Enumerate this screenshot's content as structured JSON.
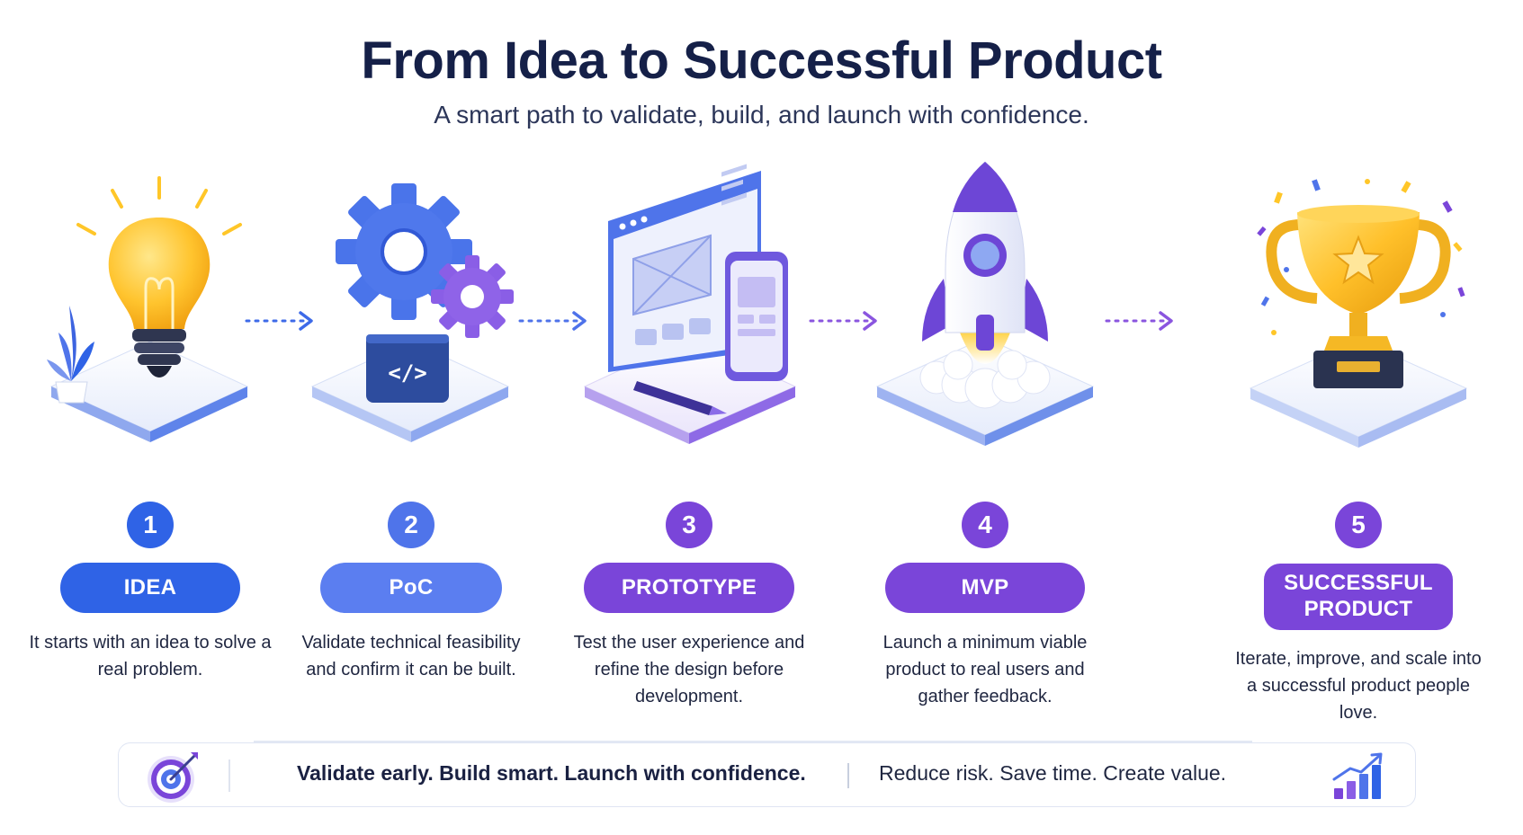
{
  "header": {
    "title": "From Idea to Successful Product",
    "subtitle": "A smart path to validate, build, and launch with confidence."
  },
  "steps": [
    {
      "number": "1",
      "label": "IDEA",
      "description": "It starts with an idea to solve a real problem.",
      "color": "#2f63e6",
      "icon": "lightbulb-icon"
    },
    {
      "number": "2",
      "label": "PoC",
      "description": "Validate technical feasibility and confirm it can be built.",
      "color": "#4f74ea",
      "icon": "gears-code-icon"
    },
    {
      "number": "3",
      "label": "PROTOTYPE",
      "description": "Test the user experience and refine the design before development.",
      "color": "#7a45d9",
      "icon": "wireframe-devices-icon"
    },
    {
      "number": "4",
      "label": "MVP",
      "description": "Launch a minimum viable product to real users and gather feedback.",
      "color": "#7a45d9",
      "icon": "rocket-icon"
    },
    {
      "number": "5",
      "label": "SUCCESSFUL PRODUCT",
      "description": "Iterate, improve, and scale into a successful product people love.",
      "color": "#7a45d9",
      "icon": "trophy-icon"
    }
  ],
  "footer": {
    "left_text": "Validate early. Build smart. Launch with confidence.",
    "right_text": "Reduce risk. Save time. Create value.",
    "left_icon": "target-icon",
    "right_icon": "growth-chart-icon"
  },
  "colors": {
    "title": "#152048",
    "blue": "#2f63e6",
    "blue_light": "#4f74ea",
    "purple": "#7a45d9"
  }
}
